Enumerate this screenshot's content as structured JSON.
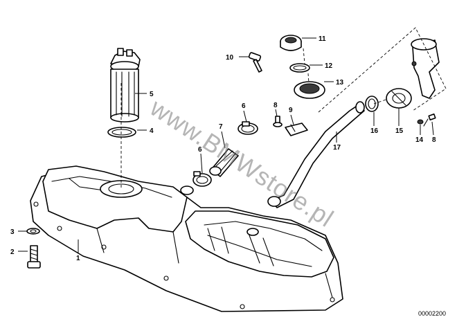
{
  "diagram": {
    "id_code": "00002200",
    "watermark": "www.BMWstore.pl",
    "callouts": [
      {
        "key": "c1",
        "label": "1"
      },
      {
        "key": "c2",
        "label": "2"
      },
      {
        "key": "c3",
        "label": "3"
      },
      {
        "key": "c4",
        "label": "4"
      },
      {
        "key": "c5",
        "label": "5"
      },
      {
        "key": "c6a",
        "label": "6"
      },
      {
        "key": "c6b",
        "label": "6"
      },
      {
        "key": "c7",
        "label": "7"
      },
      {
        "key": "c8a",
        "label": "8"
      },
      {
        "key": "c8b",
        "label": "8"
      },
      {
        "key": "c9",
        "label": "9"
      },
      {
        "key": "c10",
        "label": "10"
      },
      {
        "key": "c11",
        "label": "11"
      },
      {
        "key": "c12",
        "label": "12"
      },
      {
        "key": "c13",
        "label": "13"
      },
      {
        "key": "c14",
        "label": "14"
      },
      {
        "key": "c15",
        "label": "15"
      },
      {
        "key": "c16",
        "label": "16"
      },
      {
        "key": "c17",
        "label": "17"
      }
    ]
  }
}
